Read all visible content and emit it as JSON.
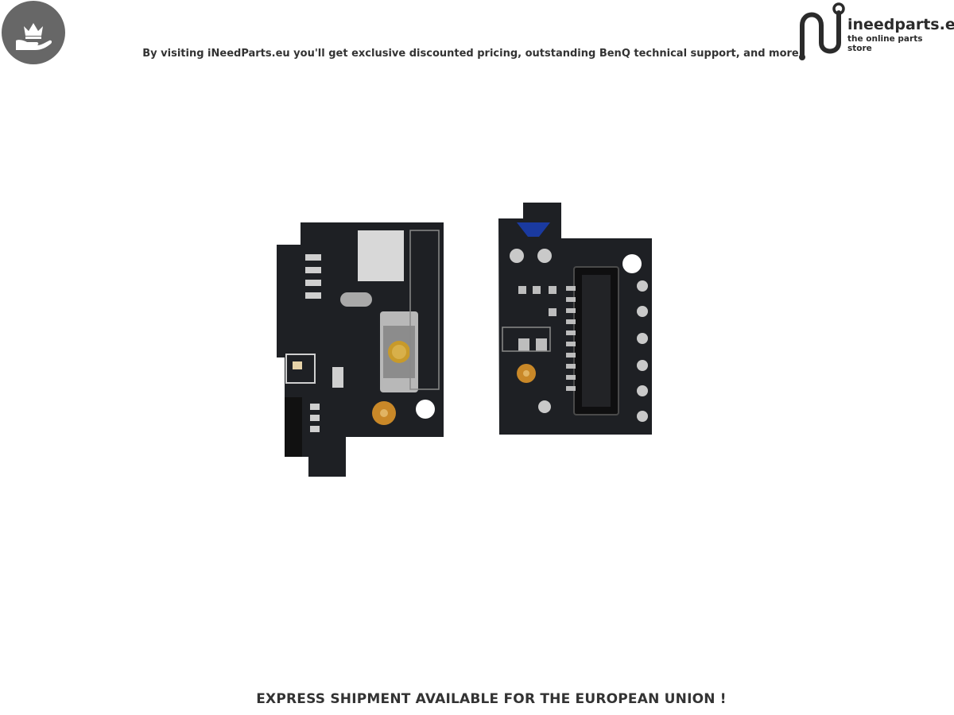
{
  "header": {
    "tagline": "By visiting iNeedParts.eu you'll get exclusive discounted pricing, outstanding BenQ technical support, and more",
    "logo_name": "ineedparts.eu",
    "logo_sub": "the online parts store"
  },
  "footer": {
    "text": "EXPRESS SHIPMENT AVAILABLE FOR THE EUROPEAN UNION !"
  },
  "icons": {
    "badge": "crown-hand-icon",
    "logo": "ineedparts-logo-icon"
  },
  "colors": {
    "badge_bg": "#676767",
    "pcb": "#1e2024",
    "text_dark": "#333333"
  }
}
